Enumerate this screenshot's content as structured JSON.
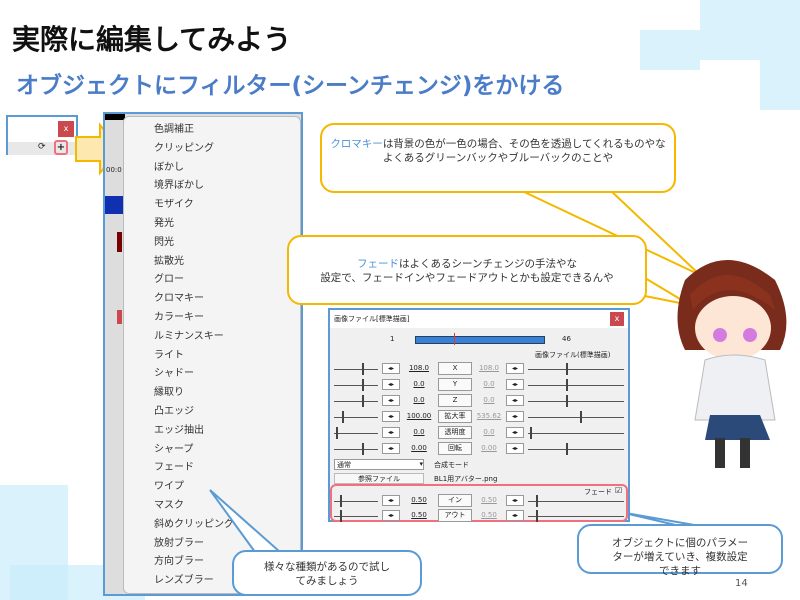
{
  "slide": {
    "title": "実際に編集してみよう",
    "subtitle": "オブジェクトにフィルター(シーンチェンジ)をかける",
    "page_number": "14"
  },
  "small_window": {
    "close": "x",
    "plus": "+"
  },
  "timeline": {
    "time": "00:0"
  },
  "filter_menu": [
    "色調補正",
    "クリッピング",
    "ぼかし",
    "境界ぼかし",
    "モザイク",
    "発光",
    "閃光",
    "拡散光",
    "グロー",
    "クロマキー",
    "カラーキー",
    "ルミナンスキー",
    "ライト",
    "シャドー",
    "縁取り",
    "凸エッジ",
    "エッジ抽出",
    "シャープ",
    "フェード",
    "ワイプ",
    "マスク",
    "斜めクリッピング",
    "放射ブラー",
    "方向ブラー",
    "レンズブラー"
  ],
  "bubbles": {
    "chroma": {
      "highlight": "クロマキー",
      "text1": "は背景の色が一色の場合、その色を透過してくれるものやな",
      "text2": "よくあるグリーンバックやブルーバックのことや"
    },
    "fade": {
      "highlight": "フェード",
      "text1": "はよくあるシーンチェンジの手法やな",
      "text2": "設定で、フェードインやフェードアウトとかも設定できるんや"
    },
    "variety": {
      "text": "様々な種類があるので試してみましょう"
    },
    "params": {
      "text": "オブジェクトに個のパラメーターが増えていき、複数設定できます"
    }
  },
  "dialog": {
    "title": "画像ファイル[標準描画]",
    "frame_start": "1",
    "frame_end": "46",
    "section": "画像ファイル(標準描画)",
    "rows": [
      {
        "label": "X",
        "left": "108.0",
        "right": "108.0"
      },
      {
        "label": "Y",
        "left": "0.0",
        "right": "0.0"
      },
      {
        "label": "Z",
        "left": "0.0",
        "right": "0.0"
      },
      {
        "label": "拡大率",
        "left": "100.00",
        "right": "535.62"
      },
      {
        "label": "透明度",
        "left": "0.0",
        "right": "0.0"
      },
      {
        "label": "回転",
        "left": "0.00",
        "right": "0.00"
      }
    ],
    "blend_mode": "通常",
    "blend_label": "合成モード",
    "ref_button": "参照ファイル",
    "file_name": "BL1用アバター.png",
    "fade_section": "フェード",
    "fade_rows": [
      {
        "label": "イン",
        "left": "0.50",
        "right": "0.50"
      },
      {
        "label": "アウト",
        "left": "0.50",
        "right": "0.50"
      }
    ]
  },
  "colors": {
    "accent": "#4a7cc8",
    "bubble_yellow": "#f5b800",
    "bubble_blue": "#5b9bd5",
    "highlight_red": "#f07080"
  }
}
